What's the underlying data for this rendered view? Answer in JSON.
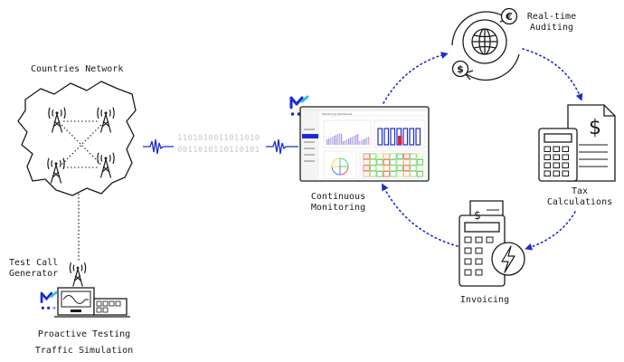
{
  "labels": {
    "countries_network": "Countries Network",
    "test_call_line1": "Test Call",
    "test_call_line2": "Generator",
    "proactive_testing": "Proactive Testing",
    "traffic_simulation": "Traffic Simulation",
    "continuous_line1": "Continuous",
    "continuous_line2": "Monitoring",
    "realtime_line1": "Real-time",
    "realtime_line2": "Auditing",
    "tax_line1": "Tax",
    "tax_line2": "Calculations",
    "invoicing": "Invoicing"
  },
  "binary": {
    "line1": "1101010011011010",
    "line2": "0011010110110101"
  },
  "dashboard": {
    "header": "Monitoring Dashboard"
  },
  "icons": {
    "euro_symbol": "€",
    "dollar_symbol": "$"
  },
  "colors": {
    "accent_blue": "#1c2ccf",
    "line": "#1a1a1a",
    "binary": "#c9c9c9"
  }
}
